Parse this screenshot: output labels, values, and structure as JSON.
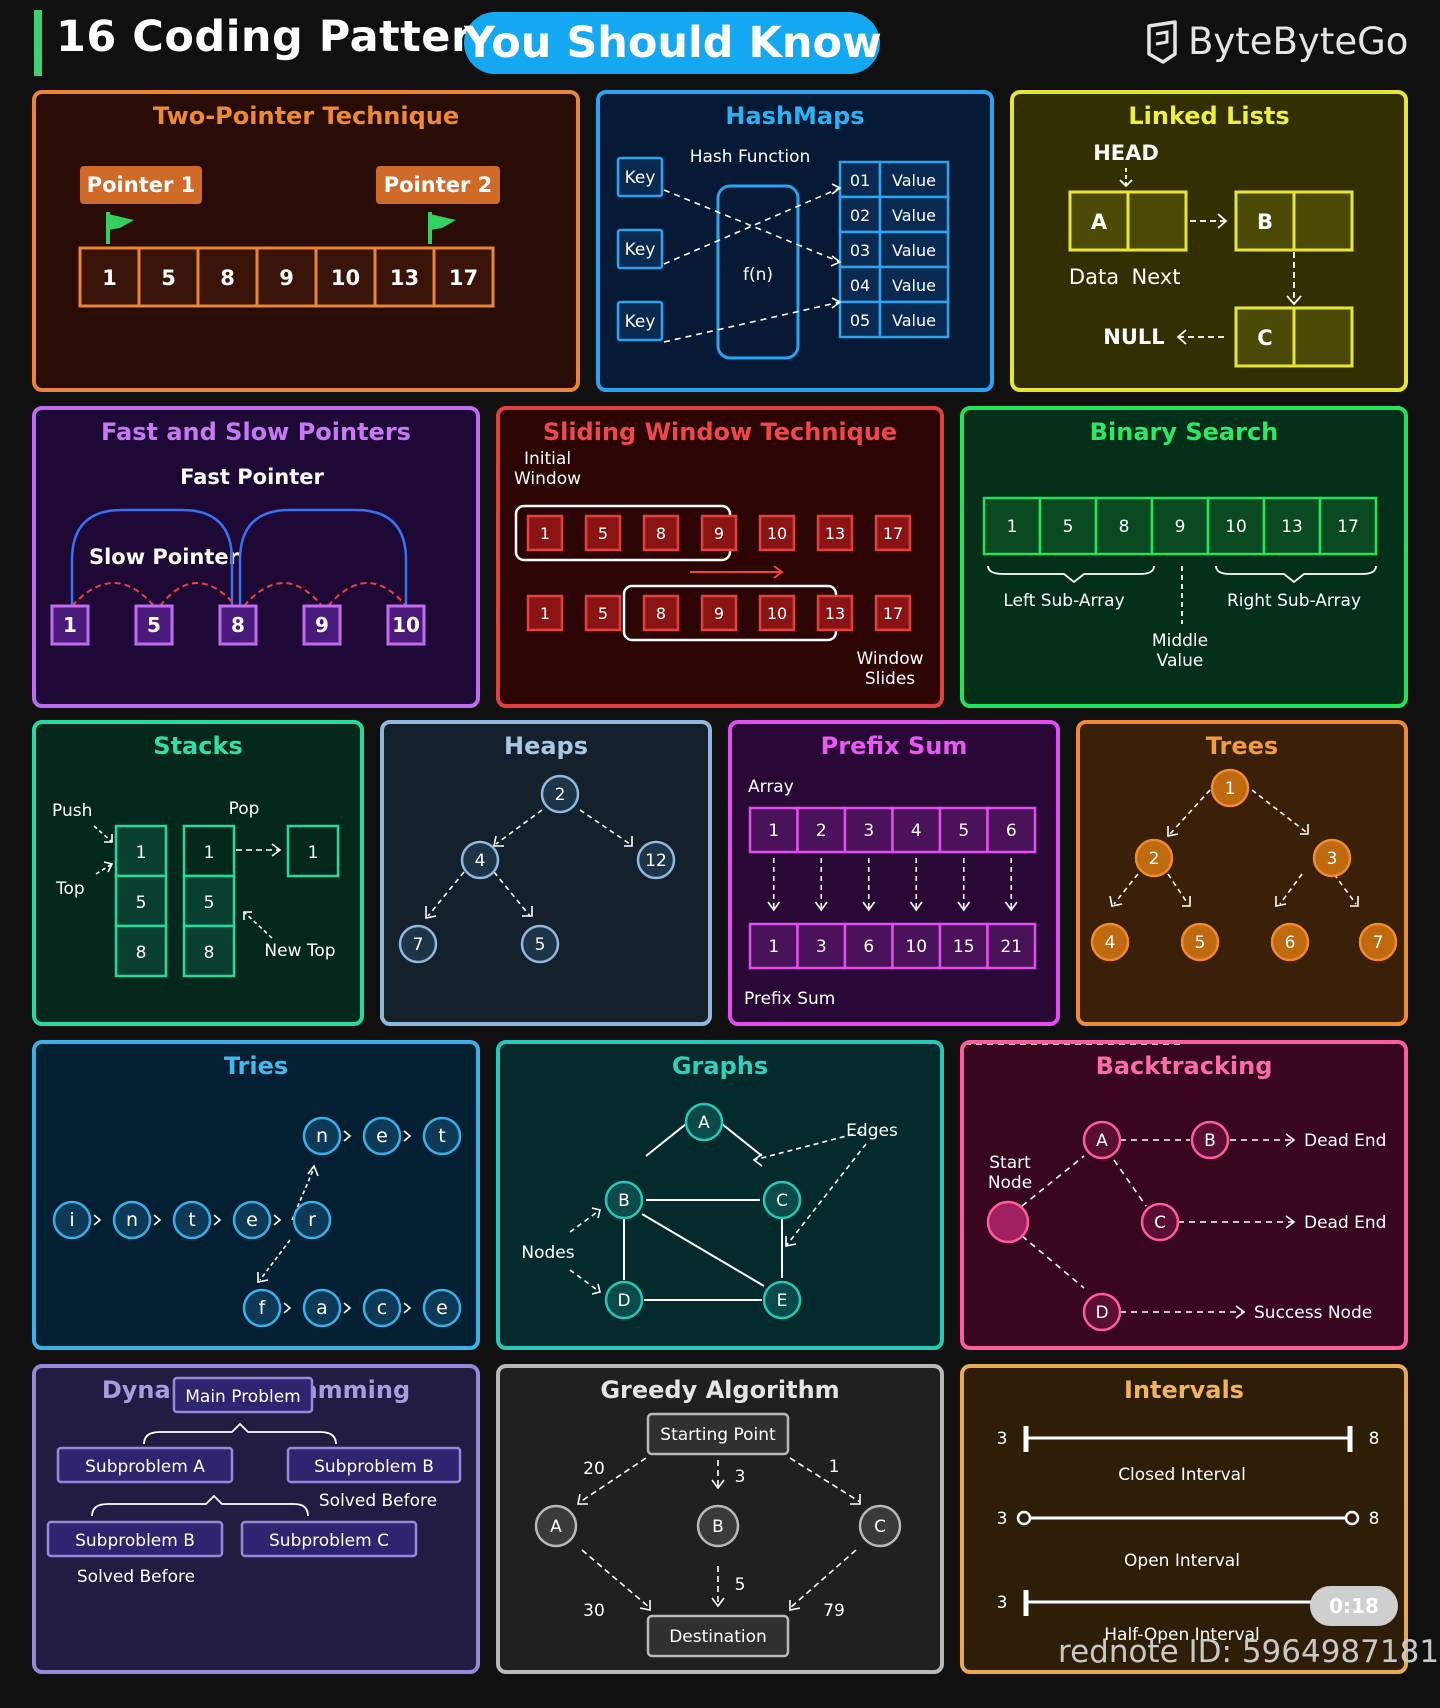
{
  "header": {
    "title": "16 Coding Patterns",
    "highlight": "You Should Know",
    "brand": "ByteByteGo"
  },
  "panels": {
    "two_pointer": {
      "title": "Two-Pointer Technique",
      "pointer1": "Pointer 1",
      "pointer2": "Pointer 2",
      "array": [
        "1",
        "5",
        "8",
        "9",
        "10",
        "13",
        "17"
      ]
    },
    "hashmaps": {
      "title": "HashMaps",
      "hash_function_label": "Hash Function",
      "function_label": "f(n)",
      "keys": [
        "Key",
        "Key",
        "Key"
      ],
      "buckets": [
        "01",
        "02",
        "03",
        "04",
        "05"
      ],
      "values": [
        "Value",
        "Value",
        "Value",
        "Value",
        "Value"
      ]
    },
    "linked_lists": {
      "title": "Linked Lists",
      "head": "HEAD",
      "nodes": [
        "A",
        "B",
        "C"
      ],
      "data_label": "Data",
      "next_label": "Next",
      "null_label": "NULL"
    },
    "fast_slow": {
      "title": "Fast and Slow Pointers",
      "fast_label": "Fast Pointer",
      "slow_label": "Slow Pointer",
      "nodes": [
        "1",
        "5",
        "8",
        "9",
        "10"
      ]
    },
    "sliding_window": {
      "title": "Sliding Window Technique",
      "initial_label_1": "Initial",
      "initial_label_2": "Window",
      "array": [
        "1",
        "5",
        "8",
        "9",
        "10",
        "13",
        "17"
      ],
      "slides_label_1": "Window",
      "slides_label_2": "Slides"
    },
    "binary_search": {
      "title": "Binary Search",
      "array": [
        "1",
        "5",
        "8",
        "9",
        "10",
        "13",
        "17"
      ],
      "left_label": "Left Sub-Array",
      "right_label": "Right Sub-Array",
      "middle_label_1": "Middle",
      "middle_label_2": "Value"
    },
    "stacks": {
      "title": "Stacks",
      "push": "Push",
      "top": "Top",
      "pop": "Pop",
      "new_top": "New Top",
      "stack1": [
        "1",
        "5",
        "8"
      ],
      "stack2": [
        "1",
        "5",
        "8"
      ],
      "popped": "1"
    },
    "heaps": {
      "title": "Heaps",
      "nodes": [
        "2",
        "4",
        "12",
        "7",
        "5"
      ]
    },
    "prefix_sum": {
      "title": "Prefix Sum",
      "array_label": "Array",
      "array": [
        "1",
        "2",
        "3",
        "4",
        "5",
        "6"
      ],
      "prefix": [
        "1",
        "3",
        "6",
        "10",
        "15",
        "21"
      ],
      "prefix_label": "Prefix Sum"
    },
    "trees": {
      "title": "Trees",
      "nodes": [
        "1",
        "2",
        "3",
        "4",
        "5",
        "6",
        "7"
      ]
    },
    "tries": {
      "title": "Tries",
      "top_row": [
        "n",
        "e",
        "t"
      ],
      "middle_row": [
        "i",
        "n",
        "t",
        "e",
        "r"
      ],
      "bottom_row": [
        "f",
        "a",
        "c",
        "e"
      ]
    },
    "graphs": {
      "title": "Graphs",
      "nodes": [
        "A",
        "B",
        "C",
        "D",
        "E"
      ],
      "edges_label": "Edges",
      "nodes_label": "Nodes"
    },
    "backtracking": {
      "title": "Backtracking",
      "start_label_1": "Start",
      "start_label_2": "Node",
      "nodes": [
        "A",
        "B",
        "C",
        "D"
      ],
      "dead_end_1": "Dead End",
      "dead_end_2": "Dead End",
      "success": "Success Node"
    },
    "dynamic_programming": {
      "title": "Dynamic Programming",
      "main": "Main Problem",
      "sub_a": "Subproblem A",
      "sub_b_top": "Subproblem B",
      "solved_before_1": "Solved Before",
      "sub_b_bottom": "Subproblem B",
      "sub_c": "Subproblem C",
      "solved_before_2": "Solved Before"
    },
    "greedy": {
      "title": "Greedy Algorithm",
      "start": "Starting Point",
      "destination": "Destination",
      "nodes": [
        "A",
        "B",
        "C"
      ],
      "weights": [
        "20",
        "3",
        "1",
        "30",
        "5",
        "79"
      ]
    },
    "intervals": {
      "title": "Intervals",
      "start": "3",
      "end": "8",
      "closed": "Closed Interval",
      "open": "Open Interval",
      "half_open": "Half-Open Interval"
    }
  },
  "watermark": {
    "time": "0:18",
    "id": "rednote ID: 5964987181"
  },
  "colors": {
    "two_pointer": "#e8853a",
    "hashmaps": "#2aa4f0",
    "linked_lists": "#e6e636",
    "fast_slow": "#c06cf0",
    "sliding_window": "#e04040",
    "binary_search": "#22e25a",
    "stacks": "#26d9a0",
    "heaps": "#8fb8dc",
    "prefix_sum": "#e24cf0",
    "trees": "#f08a32",
    "tries": "#3ab0e8",
    "graphs": "#26c9b8",
    "backtracking": "#ff5c9d",
    "dynamic_programming": "#9688d6",
    "greedy": "#b8b8b8",
    "intervals": "#e8aa50"
  },
  "icons": {
    "brand": "bytebytego-logo-icon",
    "pointer_flag": "flag-icon"
  }
}
